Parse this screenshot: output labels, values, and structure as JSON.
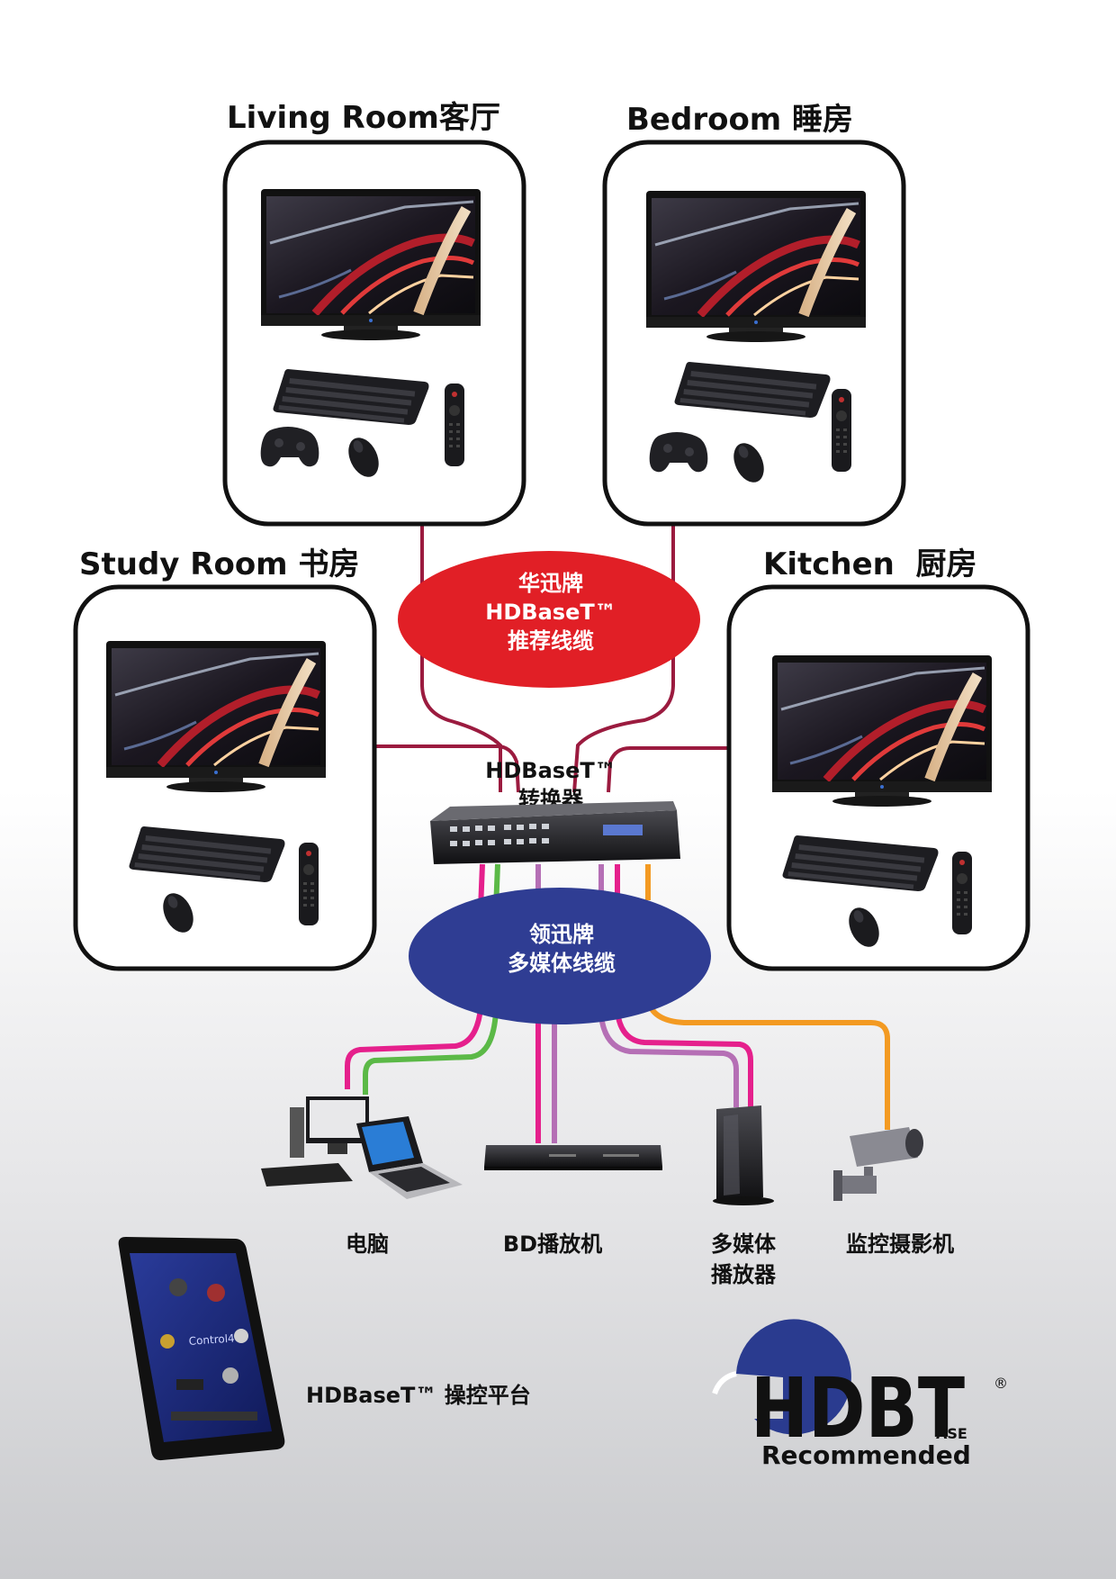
{
  "rooms": {
    "living": {
      "label": "Living Room客厅"
    },
    "bedroom": {
      "label": "Bedroom 睡房"
    },
    "study": {
      "label": "Study Room 书房"
    },
    "kitchen": {
      "label": "Kitchen  厨房"
    }
  },
  "hdbaset_cable": {
    "line1": "华迅牌",
    "line2": "HDBaseT™",
    "line3": "推荐线缆"
  },
  "switcher": {
    "line1": "HDBaseT™",
    "line2": "转换器"
  },
  "multimedia_cable": {
    "line1": "领迅牌",
    "line2": "多媒体线缆"
  },
  "sources": {
    "pc": "电脑",
    "bd": "BD播放机",
    "media_line1": "多媒体",
    "media_line2": "播放器",
    "camera": "监控摄影机"
  },
  "control": {
    "label": "HDBaseT™ 操控平台",
    "tablet_brand": "Control4"
  },
  "logo": {
    "letters": "HDBT",
    "sub": "ASE",
    "reg": "®",
    "recommended": "Recommended"
  },
  "colors": {
    "cable_red": "#e11f26",
    "cable_blue": "#2f3d93",
    "wire_maroon": "#9b1b3f",
    "wire_pink": "#e5208c",
    "wire_green": "#5bb947",
    "wire_purple": "#b56fb5",
    "wire_orange": "#f39a22",
    "logo_blue": "#2a3b8f"
  }
}
